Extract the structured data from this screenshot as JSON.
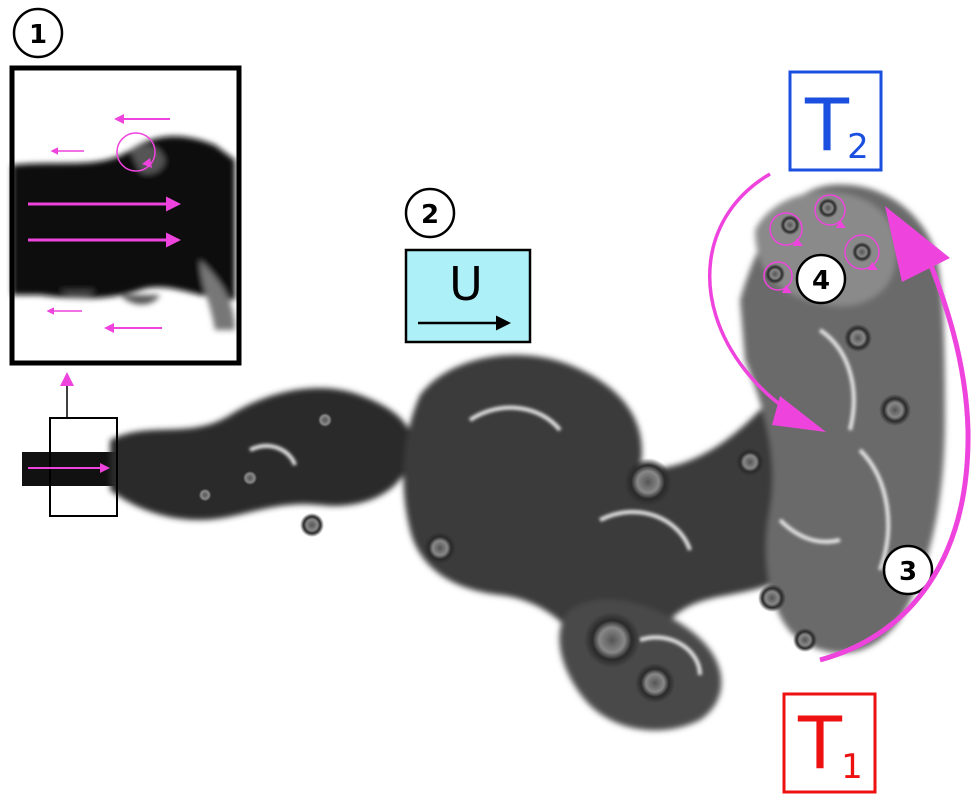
{
  "badges": {
    "one": "1",
    "two": "2",
    "three": "3",
    "four": "4"
  },
  "labels": {
    "velocity_main": "U",
    "temp_upper_main": "T",
    "temp_upper_sub": "2",
    "temp_lower_main": "T",
    "temp_lower_sub": "1"
  },
  "colors": {
    "annotation_arrow": "#ee44dd",
    "velocity_box_fill": "#aef0f8",
    "temp_upper": "#1a4fe0",
    "temp_lower": "#ee1111",
    "flow_dark": "#1a1a1a"
  }
}
